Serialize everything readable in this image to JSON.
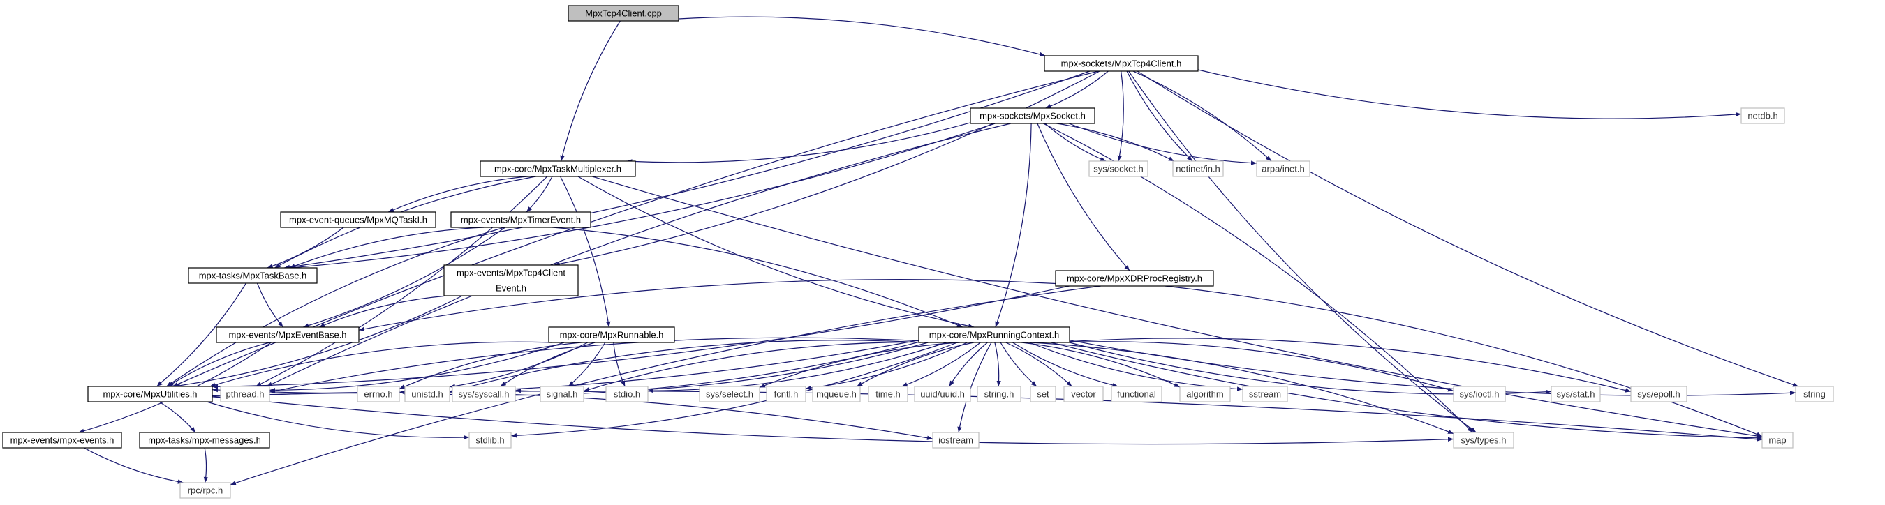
{
  "colors": {
    "edge": "#191970",
    "root_fill": "#bfbfbf",
    "root_border": "#000000",
    "project_border": "#000000",
    "external_border": "#bfbfbf",
    "external_text": "#333333",
    "text": "#000000"
  },
  "nodes": [
    {
      "id": "root",
      "label": "MpxTcp4Client.cpp",
      "kind": "root"
    },
    {
      "id": "tcp4client_h",
      "label": "mpx-sockets/MpxTcp4Client.h",
      "kind": "project"
    },
    {
      "id": "socket_h",
      "label": "mpx-sockets/MpxSocket.h",
      "kind": "project"
    },
    {
      "id": "taskmux_h",
      "label": "mpx-core/MpxTaskMultiplexer.h",
      "kind": "project"
    },
    {
      "id": "mqtask_h",
      "label": "mpx-event-queues/MpxMQTaskI.h",
      "kind": "project"
    },
    {
      "id": "timerevent_h",
      "label": "mpx-events/MpxTimerEvent.h",
      "kind": "project"
    },
    {
      "id": "taskbase_h",
      "label": "mpx-tasks/MpxTaskBase.h",
      "kind": "project"
    },
    {
      "id": "tcp4event_h",
      "label": [
        "mpx-events/MpxTcp4Client",
        "Event.h"
      ],
      "kind": "project"
    },
    {
      "id": "xdr_h",
      "label": "mpx-core/MpxXDRProcRegistry.h",
      "kind": "project"
    },
    {
      "id": "eventbase_h",
      "label": "mpx-events/MpxEventBase.h",
      "kind": "project"
    },
    {
      "id": "runnable_h",
      "label": "mpx-core/MpxRunnable.h",
      "kind": "project"
    },
    {
      "id": "runctx_h",
      "label": "mpx-core/MpxRunningContext.h",
      "kind": "project"
    },
    {
      "id": "utilities_h",
      "label": "mpx-core/MpxUtilities.h",
      "kind": "project"
    },
    {
      "id": "events_h",
      "label": "mpx-events/mpx-events.h",
      "kind": "project"
    },
    {
      "id": "messages_h",
      "label": "mpx-tasks/mpx-messages.h",
      "kind": "project"
    },
    {
      "id": "netdb",
      "label": "netdb.h",
      "kind": "external"
    },
    {
      "id": "syssocket",
      "label": "sys/socket.h",
      "kind": "external"
    },
    {
      "id": "netinet",
      "label": "netinet/in.h",
      "kind": "external"
    },
    {
      "id": "arpa",
      "label": "arpa/inet.h",
      "kind": "external"
    },
    {
      "id": "pthread",
      "label": "pthread.h",
      "kind": "external"
    },
    {
      "id": "errno",
      "label": "errno.h",
      "kind": "external"
    },
    {
      "id": "unistd",
      "label": "unistd.h",
      "kind": "external"
    },
    {
      "id": "syscall",
      "label": "sys/syscall.h",
      "kind": "external"
    },
    {
      "id": "signal",
      "label": "signal.h",
      "kind": "external"
    },
    {
      "id": "stdio",
      "label": "stdio.h",
      "kind": "external"
    },
    {
      "id": "select",
      "label": "sys/select.h",
      "kind": "external"
    },
    {
      "id": "fcntl",
      "label": "fcntl.h",
      "kind": "external"
    },
    {
      "id": "mqueue",
      "label": "mqueue.h",
      "kind": "external"
    },
    {
      "id": "time",
      "label": "time.h",
      "kind": "external"
    },
    {
      "id": "uuid",
      "label": "uuid/uuid.h",
      "kind": "external"
    },
    {
      "id": "stringh",
      "label": "string.h",
      "kind": "external"
    },
    {
      "id": "set",
      "label": "set",
      "kind": "external"
    },
    {
      "id": "vector",
      "label": "vector",
      "kind": "external"
    },
    {
      "id": "functional",
      "label": "functional",
      "kind": "external"
    },
    {
      "id": "algorithm",
      "label": "algorithm",
      "kind": "external"
    },
    {
      "id": "sstream",
      "label": "sstream",
      "kind": "external"
    },
    {
      "id": "ioctl",
      "label": "sys/ioctl.h",
      "kind": "external"
    },
    {
      "id": "stat",
      "label": "sys/stat.h",
      "kind": "external"
    },
    {
      "id": "epoll",
      "label": "sys/epoll.h",
      "kind": "external"
    },
    {
      "id": "string",
      "label": "string",
      "kind": "external"
    },
    {
      "id": "stdlib",
      "label": "stdlib.h",
      "kind": "external"
    },
    {
      "id": "iostream",
      "label": "iostream",
      "kind": "external"
    },
    {
      "id": "systypes",
      "label": "sys/types.h",
      "kind": "external"
    },
    {
      "id": "map",
      "label": "map",
      "kind": "external"
    },
    {
      "id": "rpc",
      "label": "rpc/rpc.h",
      "kind": "external"
    }
  ],
  "edges": [
    [
      "root",
      "tcp4client_h"
    ],
    [
      "root",
      "taskmux_h"
    ],
    [
      "tcp4client_h",
      "socket_h"
    ],
    [
      "tcp4client_h",
      "netdb"
    ],
    [
      "tcp4client_h",
      "syssocket"
    ],
    [
      "tcp4client_h",
      "netinet"
    ],
    [
      "tcp4client_h",
      "arpa"
    ],
    [
      "tcp4client_h",
      "string"
    ],
    [
      "tcp4client_h",
      "taskbase_h"
    ],
    [
      "tcp4client_h",
      "utilities_h"
    ],
    [
      "tcp4client_h",
      "tcp4event_h"
    ],
    [
      "tcp4client_h",
      "systypes"
    ],
    [
      "socket_h",
      "taskmux_h"
    ],
    [
      "socket_h",
      "syssocket"
    ],
    [
      "socket_h",
      "netinet"
    ],
    [
      "socket_h",
      "arpa"
    ],
    [
      "socket_h",
      "taskbase_h"
    ],
    [
      "socket_h",
      "xdr_h"
    ],
    [
      "socket_h",
      "runctx_h"
    ],
    [
      "socket_h",
      "pthread"
    ],
    [
      "socket_h",
      "systypes"
    ],
    [
      "taskmux_h",
      "mqtask_h"
    ],
    [
      "taskmux_h",
      "timerevent_h"
    ],
    [
      "taskmux_h",
      "taskbase_h"
    ],
    [
      "taskmux_h",
      "runnable_h"
    ],
    [
      "taskmux_h",
      "runctx_h"
    ],
    [
      "taskmux_h",
      "pthread"
    ],
    [
      "taskmux_h",
      "map"
    ],
    [
      "mqtask_h",
      "taskbase_h"
    ],
    [
      "timerevent_h",
      "taskbase_h"
    ],
    [
      "timerevent_h",
      "eventbase_h"
    ],
    [
      "timerevent_h",
      "utilities_h"
    ],
    [
      "timerevent_h",
      "runctx_h"
    ],
    [
      "taskbase_h",
      "eventbase_h"
    ],
    [
      "taskbase_h",
      "utilities_h"
    ],
    [
      "tcp4event_h",
      "eventbase_h"
    ],
    [
      "tcp4event_h",
      "utilities_h"
    ],
    [
      "xdr_h",
      "eventbase_h"
    ],
    [
      "xdr_h",
      "utilities_h"
    ],
    [
      "xdr_h",
      "rpc"
    ],
    [
      "xdr_h",
      "map"
    ],
    [
      "eventbase_h",
      "utilities_h"
    ],
    [
      "eventbase_h",
      "events_h"
    ],
    [
      "runnable_h",
      "utilities_h"
    ],
    [
      "runnable_h",
      "pthread"
    ],
    [
      "runnable_h",
      "errno"
    ],
    [
      "runnable_h",
      "unistd"
    ],
    [
      "runnable_h",
      "syscall"
    ],
    [
      "runnable_h",
      "signal"
    ],
    [
      "runnable_h",
      "stdio"
    ],
    [
      "runctx_h",
      "utilities_h"
    ],
    [
      "runctx_h",
      "pthread"
    ],
    [
      "runctx_h",
      "errno"
    ],
    [
      "runctx_h",
      "unistd"
    ],
    [
      "runctx_h",
      "syscall"
    ],
    [
      "runctx_h",
      "signal"
    ],
    [
      "runctx_h",
      "stdio"
    ],
    [
      "runctx_h",
      "select"
    ],
    [
      "runctx_h",
      "fcntl"
    ],
    [
      "runctx_h",
      "mqueue"
    ],
    [
      "runctx_h",
      "time"
    ],
    [
      "runctx_h",
      "uuid"
    ],
    [
      "runctx_h",
      "stringh"
    ],
    [
      "runctx_h",
      "set"
    ],
    [
      "runctx_h",
      "vector"
    ],
    [
      "runctx_h",
      "functional"
    ],
    [
      "runctx_h",
      "algorithm"
    ],
    [
      "runctx_h",
      "sstream"
    ],
    [
      "runctx_h",
      "ioctl"
    ],
    [
      "runctx_h",
      "stat"
    ],
    [
      "runctx_h",
      "epoll"
    ],
    [
      "runctx_h",
      "string"
    ],
    [
      "runctx_h",
      "stdlib"
    ],
    [
      "runctx_h",
      "iostream"
    ],
    [
      "runctx_h",
      "systypes"
    ],
    [
      "runctx_h",
      "map"
    ],
    [
      "utilities_h",
      "messages_h"
    ],
    [
      "utilities_h",
      "stdlib"
    ],
    [
      "utilities_h",
      "iostream"
    ],
    [
      "utilities_h",
      "systypes"
    ],
    [
      "utilities_h",
      "map"
    ],
    [
      "events_h",
      "rpc"
    ],
    [
      "messages_h",
      "rpc"
    ]
  ]
}
